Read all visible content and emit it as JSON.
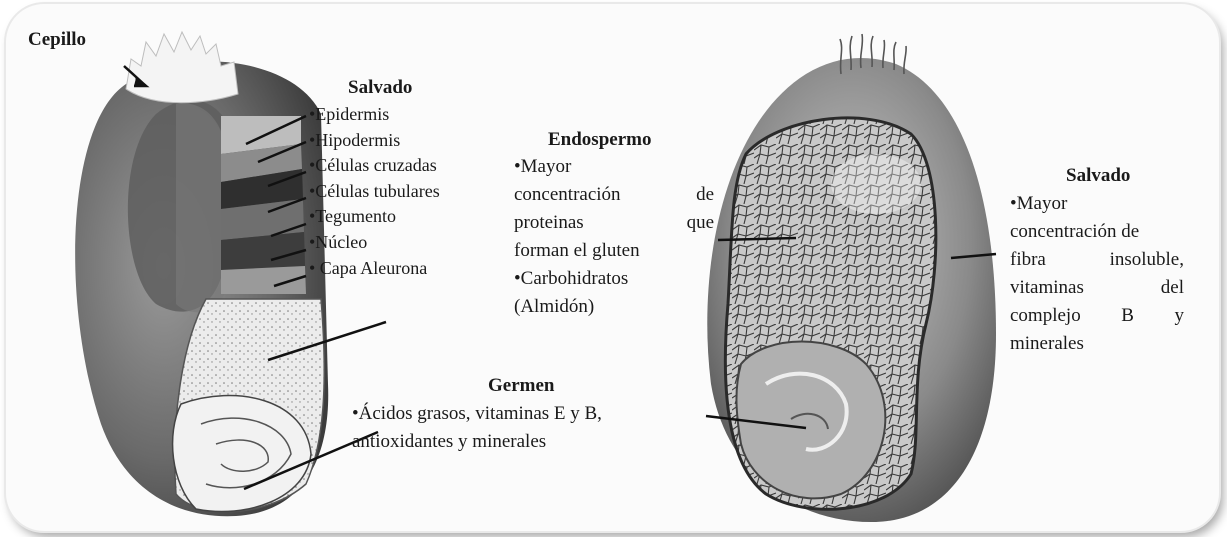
{
  "labels": {
    "cepillo": "Cepillo",
    "salvado_left": {
      "title": "Salvado",
      "items": [
        "•Epidermis",
        "•Hipodermis",
        "•Células cruzadas",
        "•Células tubulares",
        "•Tegumento",
        "•Núcleo",
        "• Capa Aleurona"
      ]
    },
    "endospermo": {
      "title": "Endospermo",
      "line1": "•Mayor",
      "line2a": "concentración",
      "line2b": "de",
      "line3a": "proteinas",
      "line3b": "que",
      "line4": "forman el gluten",
      "line5": "•Carbohidratos",
      "line6": "(Almidón)"
    },
    "germen": {
      "title": "Germen",
      "line1": "•Ácidos grasos, vitaminas E y B,",
      "line2": "antioxidantes y minerales"
    },
    "salvado_right": {
      "title": "Salvado",
      "line1": "•Mayor",
      "line2": "concentración de",
      "line3a": "fibra",
      "line3b": "insoluble,",
      "line4a": "vitaminas",
      "line4b": "del",
      "line5a": "complejo",
      "line5b": "B",
      "line5c": "y",
      "line6": "minerales"
    }
  },
  "colors": {
    "kernel_dark": "#5a5a5a",
    "kernel_mid": "#8a8a8a",
    "endosperm_light": "#e8e8e8",
    "text": "#1a1a1a"
  }
}
